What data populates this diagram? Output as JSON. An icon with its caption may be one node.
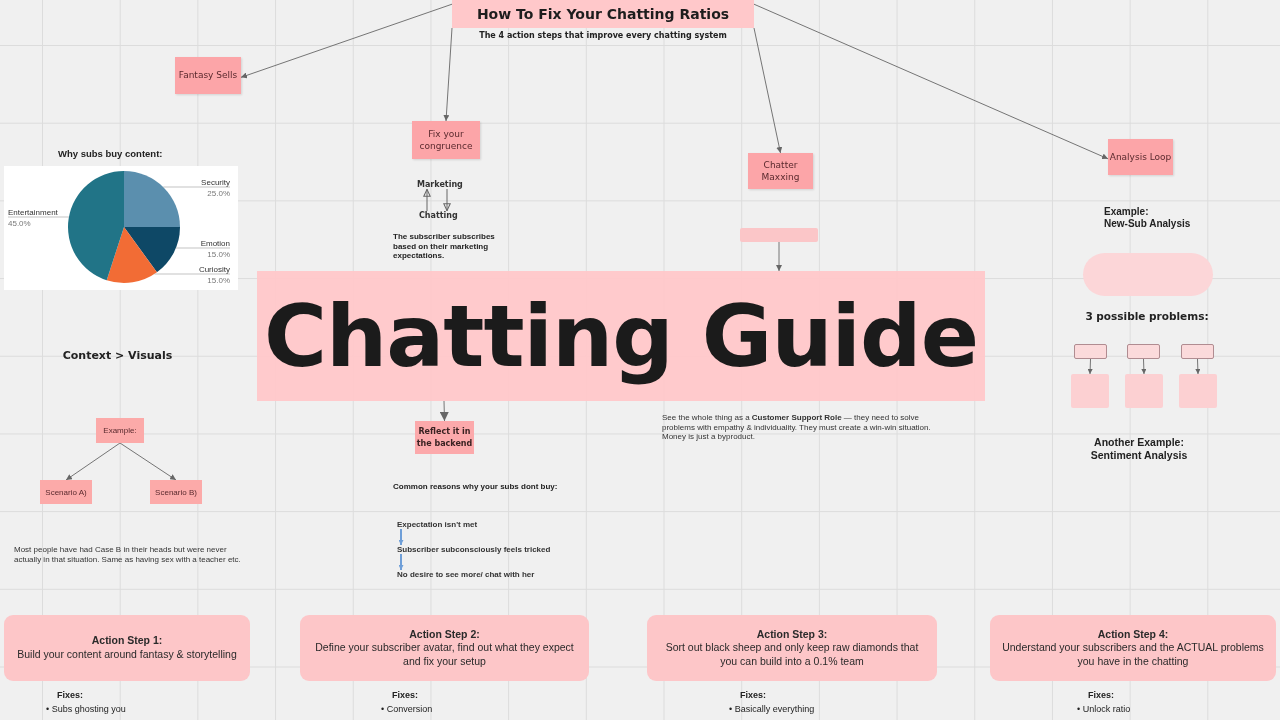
{
  "diagram": {
    "nodes": [
      {
        "text": [
          "How To Fix Your Chatting Ratios"
        ],
        "beside": [
          "The 4 action steps that improve every chatting system"
        ]
      },
      {
        "text": [
          "Fantasy Sells"
        ]
      },
      {
        "text": [
          "Fix your congruence"
        ]
      },
      {
        "text": [
          "Chatter Maxxing"
        ]
      },
      {
        "text": [
          "Analysis Loop"
        ]
      },
      {
        "text": [
          "Marketing"
        ]
      },
      {
        "text": [
          "Chatting"
        ]
      },
      {
        "text": [],
        "shape": "box"
      },
      {
        "text": [],
        "shape": "pill"
      },
      {
        "text": [],
        "shape": "box"
      },
      {
        "text": [],
        "shape": "box"
      },
      {
        "text": [],
        "shape": "box"
      },
      {
        "text": [],
        "shape": "box"
      },
      {
        "text": [],
        "shape": "box"
      },
      {
        "text": [],
        "shape": "box"
      },
      {
        "text": [
          "Chatting Guide"
        ]
      },
      {
        "text": [
          "Reflect it in the backend"
        ]
      },
      {
        "text": [
          "Example:"
        ]
      },
      {
        "text": [
          "Scenario A)"
        ]
      },
      {
        "text": [
          "Scenario B)"
        ]
      },
      {
        "text": [
          "Expectation isn't met"
        ]
      },
      {
        "text": [
          "Subscriber subconsciously feels tricked"
        ]
      },
      {
        "text": [
          "No desire to see more/ chat with her"
        ]
      },
      {
        "text": [
          "Action Step 1:",
          "Build your content around fantasy & storytelling"
        ]
      },
      {
        "text": [
          "Action Step 2:",
          "Define your subscriber avatar, find out what they expect and fix your setup"
        ]
      },
      {
        "text": [
          "Action Step 3:",
          "Sort out black sheep and only keep raw diamonds that you can build into a 0.1% team"
        ]
      },
      {
        "text": [
          "Action Step 4:",
          "Understand your subscribers and the ACTUAL problems you have in the chatting"
        ]
      }
    ],
    "edges": [
      {
        "from": 0,
        "to": 1,
        "arrow": "to"
      },
      {
        "from": 0,
        "to": 2,
        "arrow": "to"
      },
      {
        "from": 0,
        "to": 3,
        "arrow": "to"
      },
      {
        "from": 0,
        "to": 4,
        "arrow": "to"
      },
      {
        "from": 6,
        "to": 5,
        "arrow": "to"
      },
      {
        "from": 5,
        "to": 6,
        "arrow": "to"
      },
      {
        "from": 7,
        "to": 15,
        "arrow": "to"
      },
      {
        "from": 15,
        "to": 16,
        "arrow": "to"
      },
      {
        "from": 9,
        "to": 12,
        "arrow": "to"
      },
      {
        "from": 10,
        "to": 13,
        "arrow": "to"
      },
      {
        "from": 11,
        "to": 14,
        "arrow": "to"
      },
      {
        "from": 17,
        "to": 18,
        "arrow": "to"
      },
      {
        "from": 17,
        "to": 19,
        "arrow": "to"
      },
      {
        "from": 20,
        "to": 21,
        "arrow": "to",
        "color": "#6f9fd8"
      },
      {
        "from": 21,
        "to": 22,
        "arrow": "to",
        "color": "#6f9fd8"
      }
    ],
    "labels": [
      "Example: New-Sub Analysis",
      "The subscriber subscribes based on their marketing expectations.",
      "3 possible problems:",
      "Context > Visuals",
      "See the whole thing as a **Customer Support Role** — they need to solve problems with empathy & individuality. They must create a win-win situation. Money is just a byproduct.",
      "Another Example: Sentiment Analysis",
      "Common reasons why your subs dont buy:",
      "Most people have had Case B in their heads but were never actually in that situation. Same as having sex with a teacher etc.",
      "Fixes:",
      "• Subs ghosting you",
      "Fixes:",
      "• Conversion",
      "Fixes:",
      "• Basically everything",
      "Fixes:",
      "• Unlock ratio"
    ],
    "chart_data": {
      "type": "pie",
      "title": "Why subs buy content:",
      "categories": [
        "Security",
        "Emotion",
        "Curiosity",
        "Entertainment"
      ],
      "values": [
        25,
        15,
        15,
        45
      ],
      "value_labels": [
        "25.0%",
        "15.0%",
        "15.0%",
        "45.0%"
      ]
    }
  }
}
